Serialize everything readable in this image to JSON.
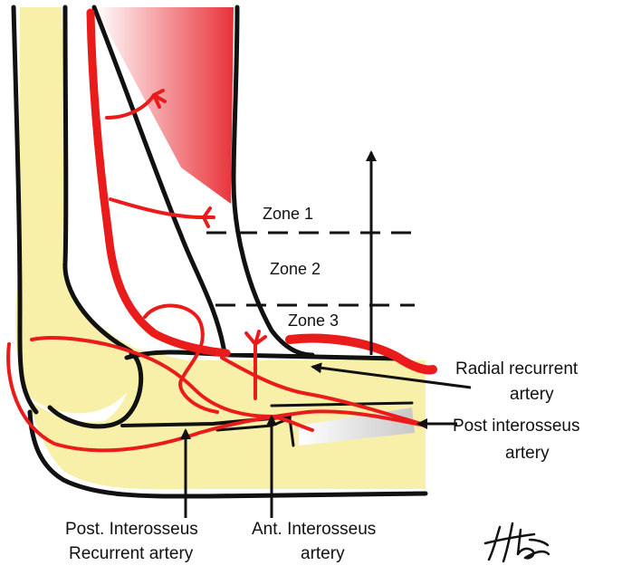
{
  "zones": [
    {
      "id": "zone-1",
      "label": "Zone 1"
    },
    {
      "id": "zone-2",
      "label": "Zone 2"
    },
    {
      "id": "zone-3",
      "label": "Zone 3"
    }
  ],
  "labels": {
    "radial_recurrent_line1": "Radial recurrent",
    "radial_recurrent_line2": "artery",
    "post_interosseus_line1": "Post interosseus",
    "post_interosseus_line2": "artery",
    "post_interosseus_recurrent_line1": "Post. Interosseus",
    "post_interosseus_recurrent_line2": "Recurrent artery",
    "ant_interosseus_line1": "Ant. Interosseus",
    "ant_interosseus_line2": "artery"
  },
  "signature": "HTA",
  "colors": {
    "bone": "#f8f0a8",
    "artery": "#ea1b1b",
    "outline": "#111111",
    "muscle": "#e8333a",
    "background": "#ffffff"
  }
}
